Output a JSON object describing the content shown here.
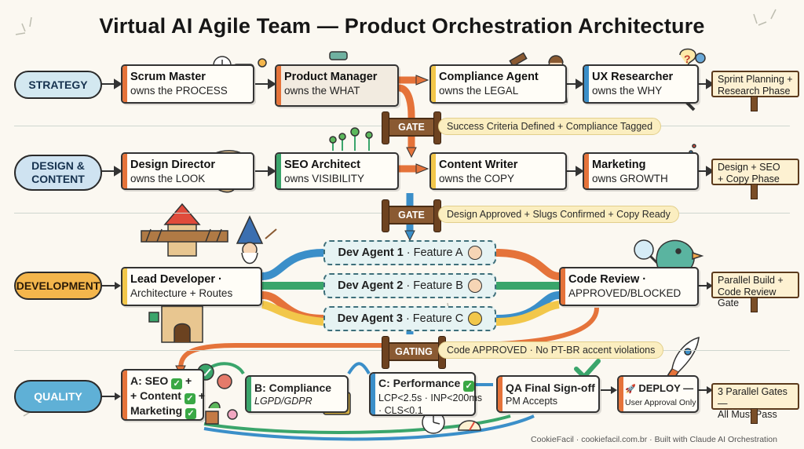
{
  "title": "Virtual AI Agile Team — Product Orchestration Architecture",
  "phases": {
    "strategy": "STRATEGY",
    "design_content": "DESIGN & CONTENT",
    "development": "DEVELOPMENT",
    "quality": "QUALITY"
  },
  "strategy_roles": [
    {
      "name": "Scrum Master",
      "sub": "owns the PROCESS"
    },
    {
      "name": "Product Manager",
      "sub": "owns the WHAT"
    },
    {
      "name": "Compliance Agent",
      "sub": "owns the LEGAL"
    },
    {
      "name": "UX Researcher",
      "sub": "owns the WHY"
    }
  ],
  "design_roles": [
    {
      "name": "Design Director",
      "sub": "owns the LOOK"
    },
    {
      "name": "SEO Architect",
      "sub": "owns VISIBILITY"
    },
    {
      "name": "Content Writer",
      "sub": "owns the COPY"
    },
    {
      "name": "Marketing",
      "sub": "owns GROWTH"
    }
  ],
  "gates": [
    {
      "label": "GATE",
      "text": "Success Criteria Defined + Compliance Tagged"
    },
    {
      "label": "GATE",
      "text": "Design Approved + Slugs Confirmed + Copy Ready"
    },
    {
      "label": "GATING",
      "text": "Code APPROVED · No PT-BR accent violations"
    }
  ],
  "signs": [
    {
      "line1": "Sprint Planning +",
      "line2": "Research Phase"
    },
    {
      "line1": "Design + SEO",
      "line2": "+ Copy Phase"
    },
    {
      "line1": "Parallel Build +",
      "line2": "Code Review Gate"
    },
    {
      "line1": "3 Parallel Gates —",
      "line2": "All Must Pass"
    }
  ],
  "development": {
    "lead": {
      "name": "Lead Developer ·",
      "sub": "Architecture + Routes"
    },
    "agents": [
      {
        "name": "Dev Agent 1",
        "feature": "· Feature A"
      },
      {
        "name": "Dev Agent 2",
        "feature": "· Feature B"
      },
      {
        "name": "Dev Agent 3",
        "feature": "· Feature C"
      }
    ],
    "review": {
      "name": "Code Review ·",
      "sub": "APPROVED/BLOCKED"
    }
  },
  "quality": {
    "a": {
      "line1": "A: SEO",
      "line2": "+ Content",
      "line3": "Marketing"
    },
    "b": {
      "name": "B: Compliance",
      "sub": "LGPD/GDPR"
    },
    "c": {
      "name": "C: Performance",
      "line1": "LCP<2.5s · INP<200ms",
      "line2": "· CLS<0.1"
    },
    "qa": {
      "name": "QA Final Sign-off",
      "sub": "PM Accepts"
    },
    "deploy": {
      "name": "DEPLOY —",
      "sub": "User Approval Only"
    }
  },
  "check_glyph": "✓",
  "rocket_glyph": "🚀",
  "footer": "CookieFacil · cookiefacil.com.br · Built with Claude AI Orchestration",
  "colors": {
    "strategy": "#d3e8f0",
    "design": "#cfe3f1",
    "development": "#f4b64c",
    "quality": "#5fb0d6",
    "pipe_orange": "#e5733a",
    "pipe_blue": "#3b8fc9",
    "pipe_green": "#3aa56b",
    "pipe_yellow": "#f2c74a"
  }
}
